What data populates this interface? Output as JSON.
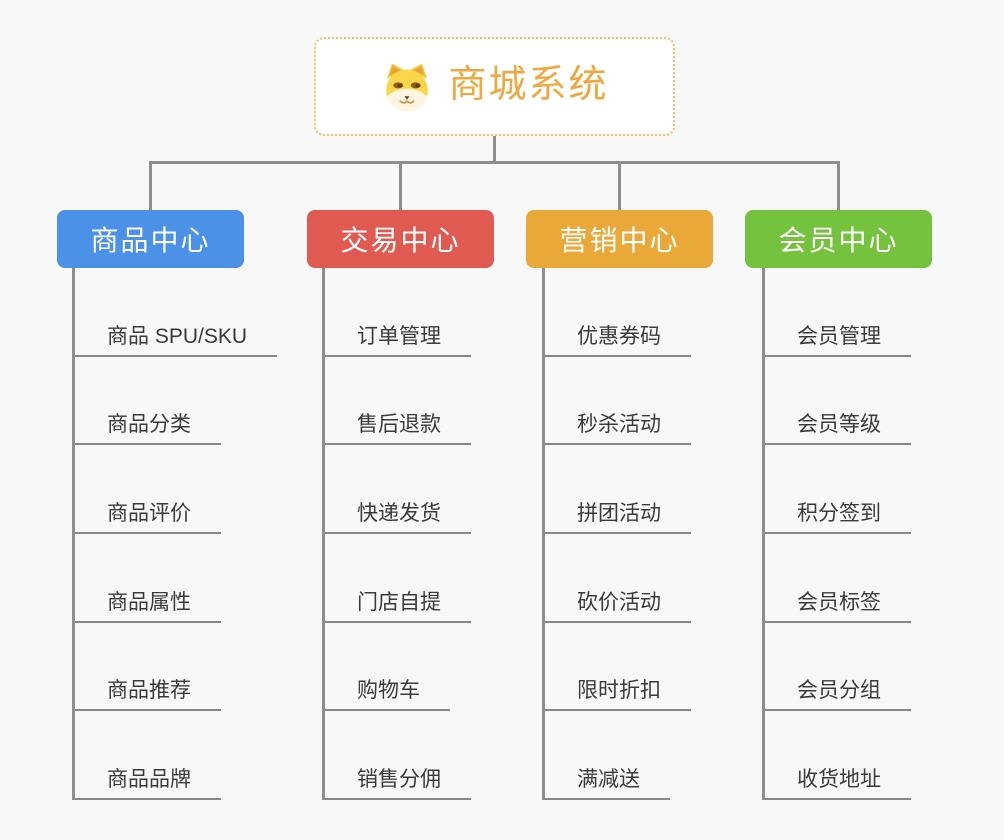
{
  "app": {
    "type": "mindmap-org-chart",
    "background_color": "#f8f8f8",
    "connector_color": "#8e8e8e"
  },
  "root": {
    "title": "商城系统",
    "icon": "shiba-dog-icon",
    "text_color": "#f0a73e",
    "border_color": "#f0be6e"
  },
  "branches": [
    {
      "label": "商品中心",
      "color": "#4b91e8",
      "children": [
        "商品 SPU/SKU",
        "商品分类",
        "商品评价",
        "商品属性",
        "商品推荐",
        "商品品牌"
      ]
    },
    {
      "label": "交易中心",
      "color": "#e15a52",
      "children": [
        "订单管理",
        "售后退款",
        "快递发货",
        "门店自提",
        "购物车",
        "销售分佣"
      ]
    },
    {
      "label": "营销中心",
      "color": "#eaa839",
      "children": [
        "优惠券码",
        "秒杀活动",
        "拼团活动",
        "砍价活动",
        "限时折扣",
        "满减送"
      ]
    },
    {
      "label": "会员中心",
      "color": "#74c23e",
      "children": [
        "会员管理",
        "会员等级",
        "积分签到",
        "会员标签",
        "会员分组",
        "收货地址"
      ]
    }
  ]
}
